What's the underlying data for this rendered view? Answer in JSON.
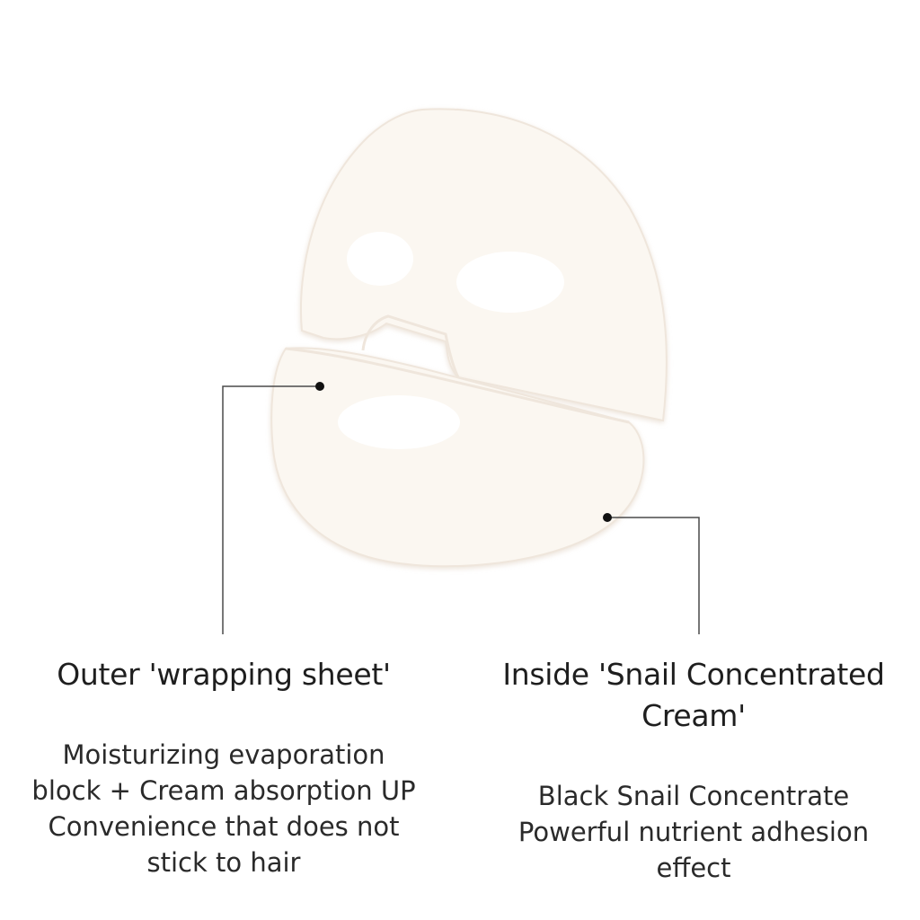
{
  "colors": {
    "mask_fill": "#fbf7f1",
    "mask_outline": "#efe6dc",
    "leader_line": "#4a4a4a",
    "text": "#1e1e1e"
  },
  "left_label": {
    "title": "Outer 'wrapping sheet'",
    "description": "Moisturizing evaporation\nblock + Cream absorption UP\nConvenience that does not\nstick to hair"
  },
  "right_label": {
    "title": "Inside 'Snail Concentrated\nCream'",
    "description": "Black Snail Concentrate\nPowerful nutrient adhesion\neffect"
  }
}
